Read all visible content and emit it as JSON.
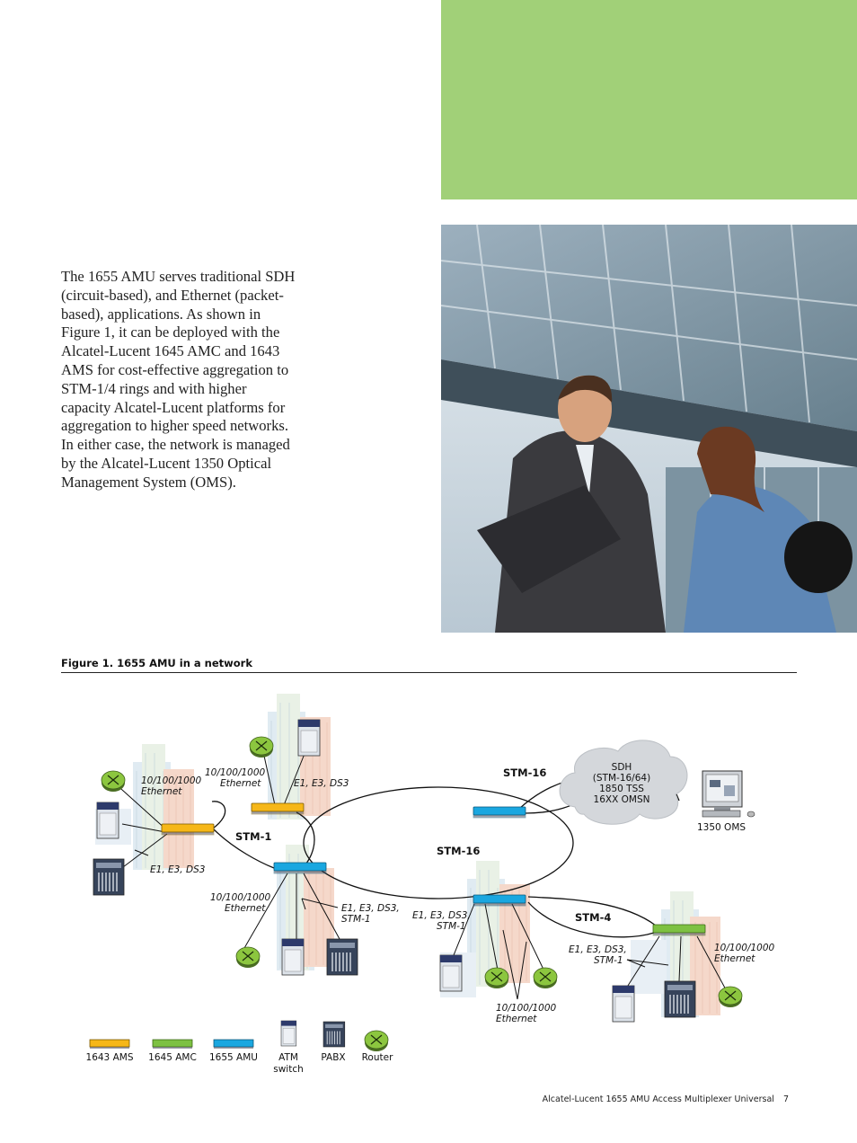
{
  "body_text": "The 1655 AMU serves traditional SDH (circuit-based), and Ethernet (packet-based), applications. As shown in Figure 1, it can be deployed with the Alcatel-Lucent 1645 AMC and 1643 AMS for cost-effective aggregation to STM-1/4 rings and with higher capacity Alcatel-Lucent platforms for aggregation to higher speed networks. In either case, the network is managed by the Alcatel-Lucent 1350 Optical Management System (OMS).",
  "figure": {
    "caption": "Figure 1. 1655 AMU in a network",
    "labels": {
      "eth_a": [
        "10/100/1000",
        "Ethernet"
      ],
      "eth_b": [
        "10/100/1000",
        "Ethernet"
      ],
      "e1_a": "E1, E3, DS3",
      "e1_b": "E1, E3, DS3",
      "stm1": "STM-1",
      "eth_c": [
        "10/100/1000",
        "Ethernet"
      ],
      "e1_c": [
        "E1, E3, DS3,",
        "STM-1"
      ],
      "stm16_top": "STM-16",
      "stm16_mid": "STM-16",
      "sdh": [
        "SDH",
        "(STM-16/64)",
        "1850 TSS",
        "16XX OMSN"
      ],
      "oms": "1350 OMS",
      "e1_d": [
        "E1, E3, DS3,",
        "STM-1"
      ],
      "stm4": "STM-4",
      "e1_e": [
        "E1, E3, DS3,",
        "STM-1"
      ],
      "eth_d": [
        "10/100/1000",
        "Ethernet"
      ],
      "eth_e": [
        "10/100/1000",
        "Ethernet"
      ]
    },
    "legend": {
      "ams": "1643 AMS",
      "amc": "1645 AMC",
      "amu": "1655 AMU",
      "atm": [
        "ATM",
        "switch"
      ],
      "pabx": "PABX",
      "router": "Router"
    },
    "colors": {
      "ams": "#f6b718",
      "amc": "#7dc142",
      "amu": "#1aa7e0",
      "router": "#8cc63f",
      "cloud": "#d4d7db"
    }
  },
  "footer": {
    "title": "Alcatel-Lucent 1655 AMU Access Multiplexer Universal",
    "page": "7"
  }
}
